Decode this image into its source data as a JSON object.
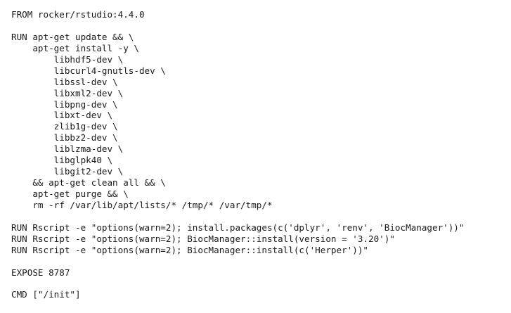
{
  "document": {
    "lines": [
      "FROM rocker/rstudio:4.4.0",
      "",
      "RUN apt-get update && \\",
      "    apt-get install -y \\",
      "        libhdf5-dev \\",
      "        libcurl4-gnutls-dev \\",
      "        libssl-dev \\",
      "        libxml2-dev \\",
      "        libpng-dev \\",
      "        libxt-dev \\",
      "        zlib1g-dev \\",
      "        libbz2-dev \\",
      "        liblzma-dev \\",
      "        libglpk40 \\",
      "        libgit2-dev \\",
      "    && apt-get clean all && \\",
      "    apt-get purge && \\",
      "    rm -rf /var/lib/apt/lists/* /tmp/* /var/tmp/*",
      "",
      "RUN Rscript -e \"options(warn=2); install.packages(c('dplyr', 'renv', 'BiocManager'))\"",
      "RUN Rscript -e \"options(warn=2); BiocManager::install(version = '3.20')\"",
      "RUN Rscript -e \"options(warn=2); BiocManager::install(c('Herper'))\"",
      "",
      "EXPOSE 8787",
      "",
      "CMD [\"/init\"]"
    ]
  }
}
